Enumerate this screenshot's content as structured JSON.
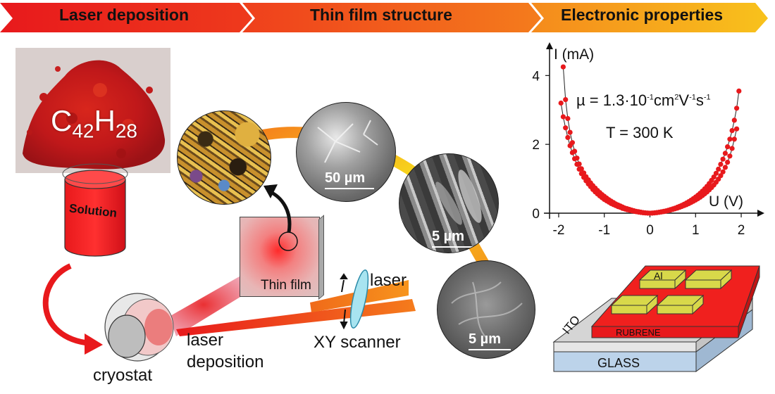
{
  "header": {
    "steps": [
      "Laser deposition",
      "Thin film structure",
      "Electronic properties"
    ],
    "colors": [
      "#e8191c",
      "#f05a1a",
      "#f7a51c"
    ]
  },
  "deposition": {
    "formula": {
      "C": "C",
      "c_sub": "42",
      "H": "H",
      "h_sub": "28"
    },
    "solution_label": "Solution",
    "cryostat_label": "cryostat",
    "laser_deposition_label": [
      "laser",
      "deposition"
    ],
    "thin_film_label": "Thin film",
    "laser_label": "laser",
    "scanner_label": "XY scanner"
  },
  "micrographs": {
    "scales": [
      "50 µm",
      "5 µm",
      "5 µm"
    ]
  },
  "iv_plot": {
    "mobility": {
      "prefix": "µ = 1.3·10",
      "exp1": "-1",
      "cm": "cm",
      "exp2": "2",
      "v": "V",
      "exp3": "-1",
      "s": "s",
      "exp4": "-1"
    },
    "temperature": "T = 300 K",
    "accent_color": "#e8191c"
  },
  "device": {
    "layers": [
      "GLASS",
      "ITO",
      "RUBRENE",
      "Al"
    ]
  },
  "chart_data": {
    "type": "scatter",
    "xlabel": "U (V)",
    "ylabel": "I (mA)",
    "xlim": [
      -2.2,
      2.2
    ],
    "ylim": [
      0,
      4.6
    ],
    "xticks": [
      "-2",
      "-1",
      "0",
      "1",
      "2"
    ],
    "yticks": [
      "0",
      "2",
      "4"
    ],
    "series": [
      {
        "x": [
          -1.95,
          -1.9,
          -1.85,
          -1.8,
          -1.75,
          -1.7,
          -1.65,
          -1.6,
          -1.55,
          -1.5,
          -1.45,
          -1.4,
          -1.35,
          -1.3,
          -1.25,
          -1.2,
          -1.15,
          -1.1,
          -1.05,
          -1.0,
          -0.95,
          -0.9,
          -0.85,
          -0.8,
          -0.75,
          -0.7,
          -0.65,
          -0.6,
          -0.55,
          -0.5,
          -0.45,
          -0.4,
          -0.35,
          -0.3,
          -0.25,
          -0.2,
          -0.15,
          -0.1,
          -0.05,
          0.0,
          0.05,
          0.1,
          0.15,
          0.2,
          0.25,
          0.3,
          0.35,
          0.4,
          0.45,
          0.5,
          0.55,
          0.6,
          0.65,
          0.7,
          0.75,
          0.8,
          0.85,
          0.9,
          0.95,
          1.0,
          1.05,
          1.1,
          1.15,
          1.2,
          1.25,
          1.3,
          1.35,
          1.4,
          1.45,
          1.5,
          1.55,
          1.6,
          1.65,
          1.7,
          1.75,
          1.8,
          1.85,
          1.9,
          1.95
        ],
        "y": [
          3.2,
          2.8,
          2.48,
          2.2,
          1.96,
          1.76,
          1.58,
          1.42,
          1.28,
          1.15,
          1.04,
          0.94,
          0.85,
          0.77,
          0.69,
          0.62,
          0.56,
          0.5,
          0.45,
          0.4,
          0.36,
          0.32,
          0.28,
          0.25,
          0.22,
          0.19,
          0.17,
          0.14,
          0.12,
          0.1,
          0.085,
          0.07,
          0.055,
          0.042,
          0.03,
          0.02,
          0.012,
          0.006,
          0.002,
          0.0,
          0.004,
          0.01,
          0.018,
          0.028,
          0.04,
          0.053,
          0.068,
          0.085,
          0.104,
          0.125,
          0.148,
          0.173,
          0.2,
          0.23,
          0.262,
          0.297,
          0.335,
          0.377,
          0.422,
          0.47,
          0.522,
          0.578,
          0.64,
          0.708,
          0.782,
          0.863,
          0.952,
          1.05,
          1.16,
          1.28,
          1.42,
          1.57,
          1.74,
          1.93,
          2.15,
          2.4,
          2.7,
          3.05,
          3.55
        ]
      },
      {
        "x": [
          -1.9,
          -1.85,
          -1.8,
          -1.75,
          -1.7,
          -1.65,
          -1.6,
          -1.55,
          -1.5,
          -1.45,
          -1.4,
          -1.35,
          -1.3,
          -1.25,
          -1.2,
          -1.15,
          -1.1,
          -1.05,
          -1.0,
          -0.95,
          -0.9,
          -0.85,
          -0.8,
          -0.75,
          -0.7,
          -0.65,
          -0.6,
          -0.55,
          -0.5,
          -0.45,
          -0.4,
          -0.35,
          -0.3,
          -0.25,
          -0.2,
          -0.15,
          -0.1,
          -0.05,
          0.05,
          0.1,
          0.15,
          0.2,
          0.25,
          0.3,
          0.35,
          0.4,
          0.45,
          0.5,
          0.55,
          0.6,
          0.65,
          0.7,
          0.75,
          0.8,
          0.85,
          0.9,
          0.95,
          1.0,
          1.05,
          1.1,
          1.15,
          1.2,
          1.25,
          1.3,
          1.35,
          1.4,
          1.45,
          1.5,
          1.55,
          1.6,
          1.65,
          1.7,
          1.75,
          1.8,
          1.85,
          1.9
        ],
        "y": [
          4.25,
          3.3,
          2.75,
          2.35,
          2.05,
          1.8,
          1.6,
          1.43,
          1.29,
          1.17,
          1.06,
          0.97,
          0.88,
          0.8,
          0.73,
          0.66,
          0.6,
          0.54,
          0.49,
          0.44,
          0.39,
          0.35,
          0.31,
          0.27,
          0.24,
          0.21,
          0.18,
          0.15,
          0.13,
          0.11,
          0.09,
          0.072,
          0.056,
          0.042,
          0.03,
          0.019,
          0.01,
          0.004,
          0.003,
          0.008,
          0.015,
          0.024,
          0.034,
          0.046,
          0.059,
          0.074,
          0.09,
          0.108,
          0.127,
          0.148,
          0.17,
          0.194,
          0.22,
          0.248,
          0.278,
          0.31,
          0.345,
          0.382,
          0.422,
          0.465,
          0.512,
          0.563,
          0.618,
          0.678,
          0.745,
          0.818,
          0.9,
          0.99,
          1.09,
          1.2,
          1.33,
          1.48,
          1.66,
          1.88,
          2.15,
          2.45
        ]
      }
    ]
  }
}
